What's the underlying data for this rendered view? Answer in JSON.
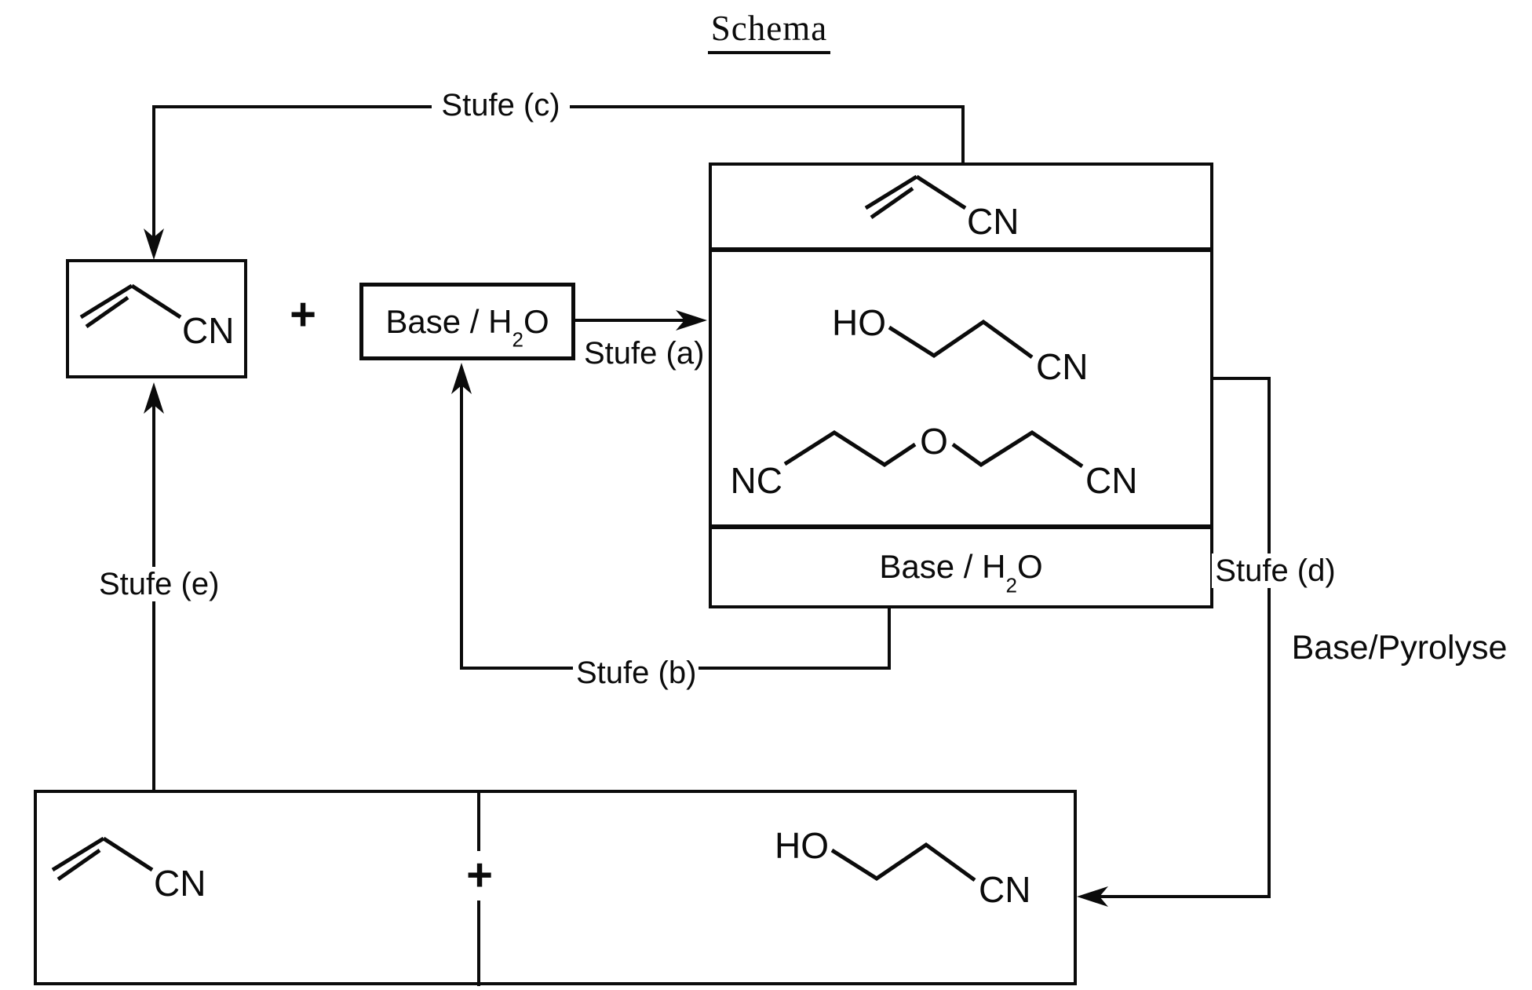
{
  "title": "Schema",
  "steps": {
    "a": "Stufe (a)",
    "b": "Stufe (b)",
    "c": "Stufe (c)",
    "d": "Stufe (d)",
    "e": "Stufe (e)"
  },
  "reagents": {
    "base_water_pre": "Base / H",
    "base_water_sub": "2",
    "base_water_post": "O",
    "base_pyrolyse": "Base/Pyrolyse"
  },
  "operators": {
    "plus": "+"
  },
  "atoms": {
    "cn": "CN",
    "nc": "NC",
    "ho": "HO",
    "o": "O"
  },
  "colors": {
    "ink": "#0b0b0b",
    "background": "#ffffff"
  }
}
